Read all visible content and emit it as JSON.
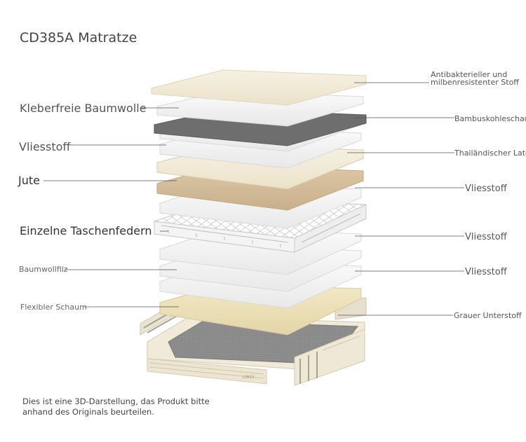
{
  "title": "CD385A Matratze",
  "labels_left": [
    "Kleberfreie Baumwolle",
    "Vliesstoff",
    "Jute",
    "Einzelne Taschenfedern",
    "Baumwollfilz",
    "Flexibler Schaum"
  ],
  "labels_right": [
    "Antibakterieller und milbenresistenter Stoff",
    "Bambuskohleschaum",
    "Thailändischer Latex",
    "Vliesstoff",
    "Vliesstoff",
    "Vliesstoff",
    "Grauer Unterstoff"
  ],
  "brand_mark": "LINSY",
  "note": "Dies ist eine 3D-Darstellung, das Produkt bitte anhand des Originals beurteilen.",
  "colors": {
    "cream": "#f3ecd9",
    "white_layer": "#f6f6f6",
    "charcoal": "#6e6e6e",
    "latex": "#efe6cc",
    "jute": "#d7c1a0",
    "foam": "#efe4bf",
    "base_grey": "#8a8a8a"
  }
}
